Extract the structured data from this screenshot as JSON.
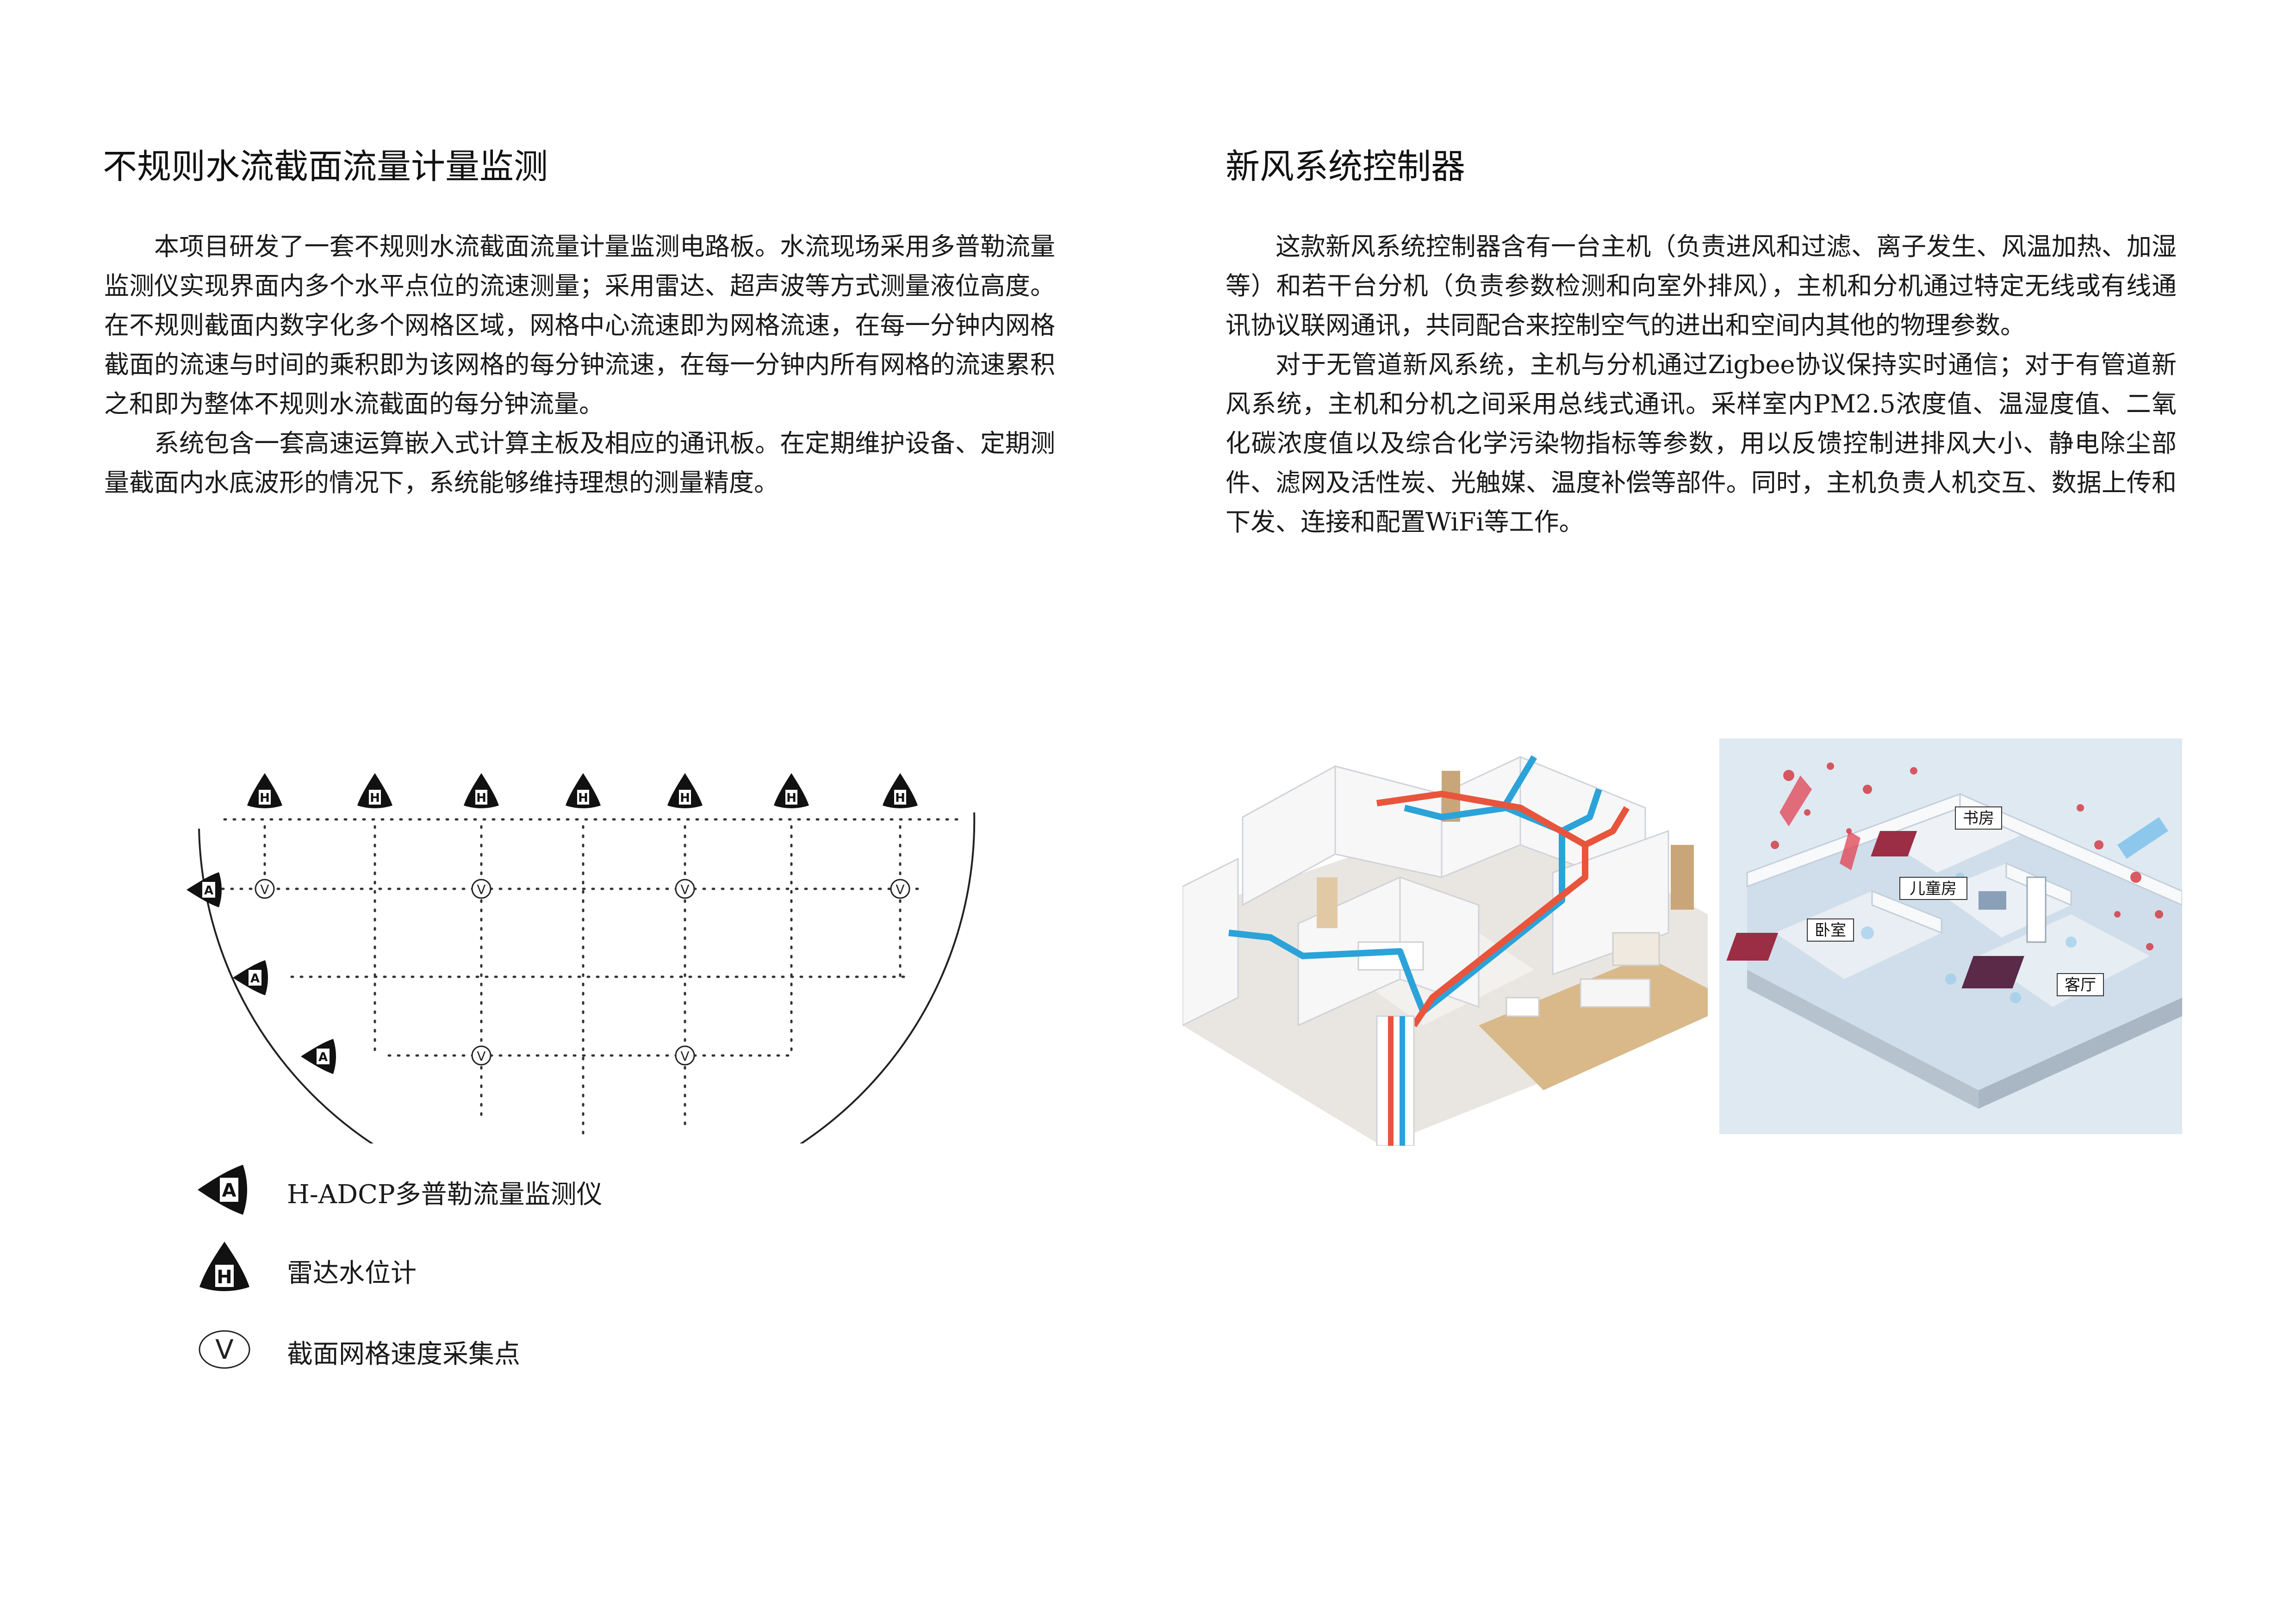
{
  "left": {
    "title": "不规则水流截面流量计量监测",
    "paragraphs": [
      "本项目研发了一套不规则水流截面流量计量监测电路板。水流现场采用多普勒流量监测仪实现界面内多个水平点位的流速测量；采用雷达、超声波等方式测量液位高度。在不规则截面内数字化多个网格区域，网格中心流速即为网格流速，在每一分钟内网格截面的流速与时间的乘积即为该网格的每分钟流速，在每一分钟内所有网格的流速累积之和即为整体不规则水流截面的每分钟流量。",
      "系统包含一套高速运算嵌入式计算主板及相应的通讯板。在定期维护设备、定期测量截面内水底波形的情况下，系统能够维持理想的测量精度。"
    ],
    "diagram": {
      "radar_marker": "H",
      "adcp_marker": "A",
      "velocity_marker": "V"
    },
    "legend": [
      {
        "icon": "adcp-icon",
        "letter": "A",
        "label": "H-ADCP多普勒流量监测仪"
      },
      {
        "icon": "radar-icon",
        "letter": "H",
        "label": "雷达水位计"
      },
      {
        "icon": "velocity-point-icon",
        "letter": "V",
        "label": "截面网格速度采集点"
      }
    ]
  },
  "right": {
    "title": "新风系统控制器",
    "paragraphs": [
      "这款新风系统控制器含有一台主机（负责进风和过滤、离子发生、风温加热、加湿等）和若干台分机（负责参数检测和向室外排风），主机和分机通过特定无线或有线通讯协议联网通讯，共同配合来控制空气的进出和空间内其他的物理参数。",
      "对于无管道新风系统，主机与分机通过Zigbee协议保持实时通信；对于有管道新风系统，主机和分机之间采用总线式通讯。采样室内PM2.5浓度值、温湿度值、二氧化碳浓度值以及综合化学污染物指标等参数，用以反馈控制进排风大小、静电除尘部件、滤网及活性炭、光触媒、温度补偿等部件。同时，主机负责人机交互、数据上传和下发、连接和配置WiFi等工作。"
    ],
    "room_labels": [
      "书房",
      "儿童房",
      "卧室",
      "客厅"
    ]
  },
  "colors": {
    "warm_duct": "#e8553c",
    "cool_duct": "#2ba3d8",
    "ink": "#111111"
  }
}
